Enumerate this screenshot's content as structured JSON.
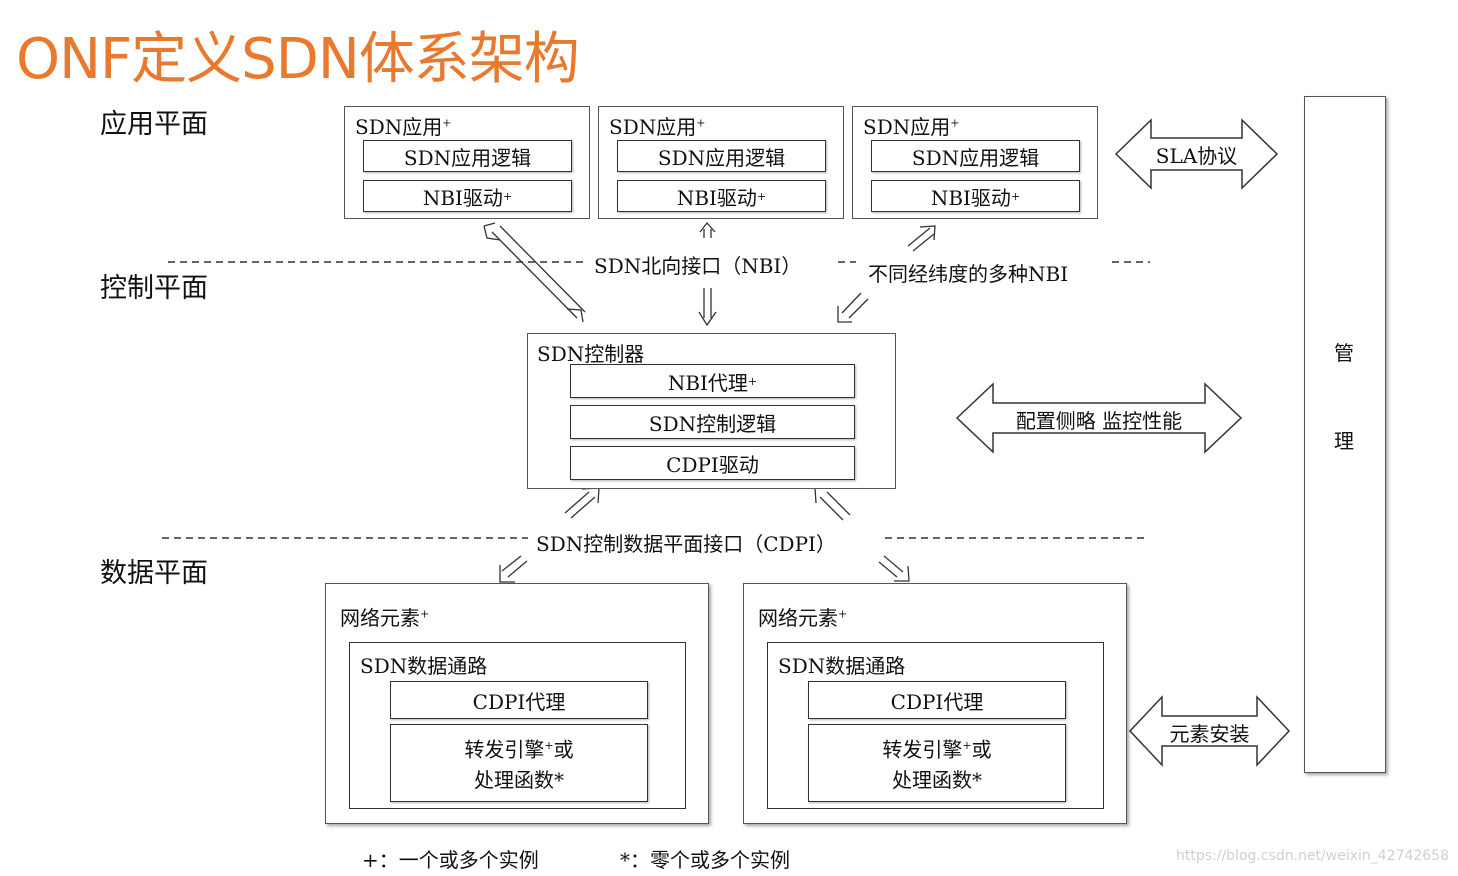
{
  "title": "ONF定义SDN体系架构",
  "planes": {
    "app": "应用平面",
    "control": "控制平面",
    "data": "数据平面"
  },
  "apps": [
    {
      "label": "SDN应用",
      "sup": "+",
      "logic": "SDN应用逻辑",
      "driver": "NBI驱动",
      "driver_sup": "+"
    },
    {
      "label": "SDN应用",
      "sup": "+",
      "logic": "SDN应用逻辑",
      "driver": "NBI驱动",
      "driver_sup": "+"
    },
    {
      "label": "SDN应用",
      "sup": "+",
      "logic": "SDN应用逻辑",
      "driver": "NBI驱动",
      "driver_sup": "+"
    }
  ],
  "nbi": {
    "label": "SDN北向接口（NBI）",
    "variety": "不同经纬度的多种NBI"
  },
  "controller": {
    "label": "SDN控制器",
    "nbi_agent": "NBI代理",
    "nbi_agent_sup": "+",
    "logic": "SDN控制逻辑",
    "cdpi_driver": "CDPI驱动"
  },
  "cdpi": {
    "label": "SDN控制数据平面接口（CDPI）"
  },
  "network_elements": [
    {
      "label": "网络元素",
      "sup": "+",
      "datapath": "SDN数据通路",
      "agent": "CDPI代理",
      "engine_line1": "转发引擎",
      "engine_sup": "+",
      "engine_line1b": "或",
      "engine_line2": "处理函数*"
    },
    {
      "label": "网络元素",
      "sup": "+",
      "datapath": "SDN数据通路",
      "agent": "CDPI代理",
      "engine_line1": "转发引擎",
      "engine_sup": "+",
      "engine_line1b": "或",
      "engine_line2": "处理函数*"
    }
  ],
  "arrows": {
    "sla": "SLA协议",
    "config": "配置侧略 监控性能",
    "install": "元素安装"
  },
  "management": {
    "char1": "管",
    "char2": "理"
  },
  "legend": {
    "plus": "+：一个或多个实例",
    "star": "*：零个或多个实例"
  },
  "watermark": "https://blog.csdn.net/weixin_42742658"
}
